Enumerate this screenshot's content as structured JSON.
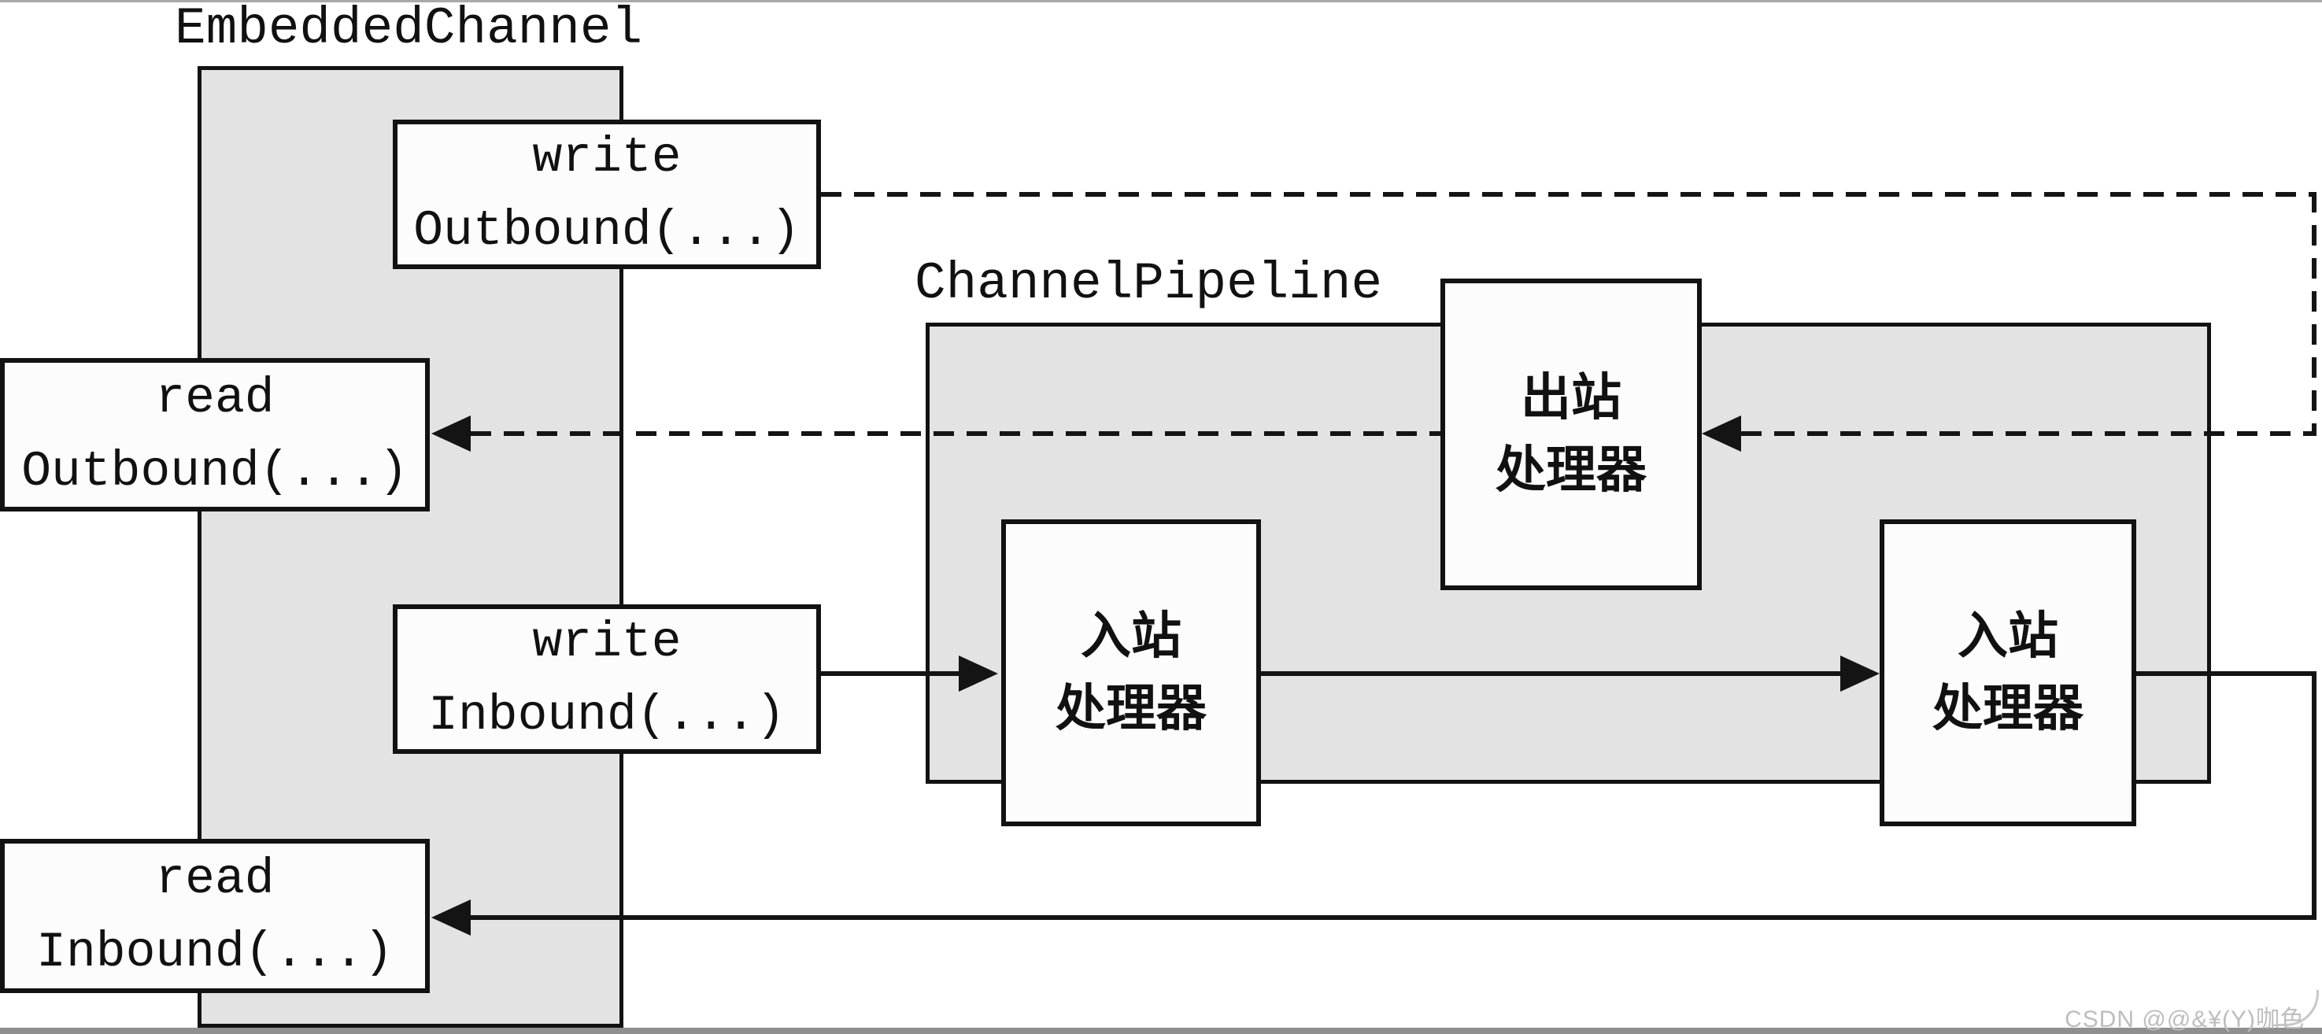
{
  "diagram": {
    "embedded_channel": {
      "label": "EmbeddedChannel"
    },
    "channel_pipeline": {
      "label": "ChannelPipeline"
    },
    "event_boxes": {
      "write_outbound": {
        "line1": "write",
        "line2": "Outbound(...)"
      },
      "read_outbound": {
        "line1": "read",
        "line2": "Outbound(...)"
      },
      "write_inbound": {
        "line1": "write",
        "line2": "Inbound(...)"
      },
      "read_inbound": {
        "line1": "read",
        "line2": "Inbound(...)"
      }
    },
    "handler_boxes": {
      "outbound_handler": {
        "line1": "出站",
        "line2": "处理器"
      },
      "inbound_handler_1": {
        "line1": "入站",
        "line2": "处理器"
      },
      "inbound_handler_2": {
        "line1": "入站",
        "line2": "处理器"
      }
    },
    "colors": {
      "region_fill": "#e3e3e3",
      "box_fill": "#fcfcfc",
      "stroke": "#121212",
      "frame_gray": "#8f8f8f",
      "watermark_gray": "#bdbdbd"
    }
  },
  "page": {
    "watermark": "CSDN @@&¥(Y)咖色"
  }
}
